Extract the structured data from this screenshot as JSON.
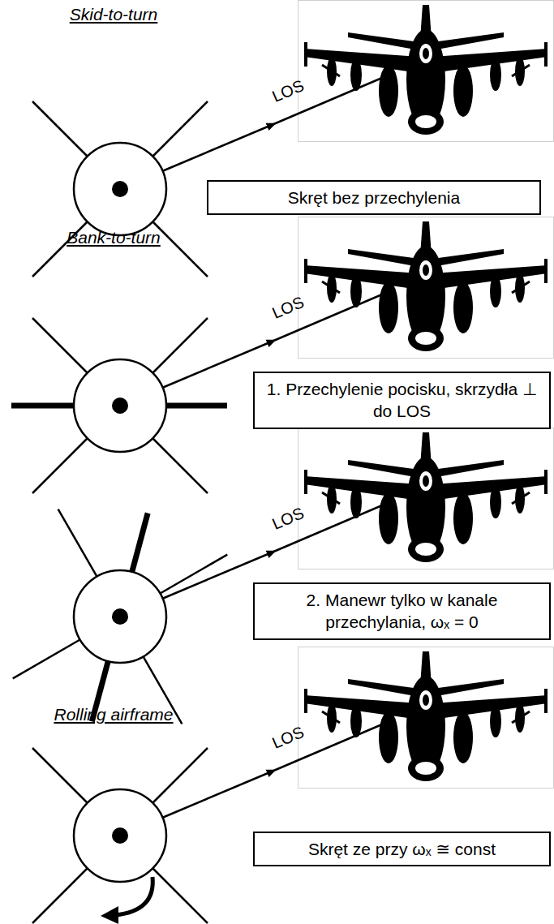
{
  "diagram": {
    "nodes": [
      {
        "text": [
          "Skręt bez przechylenia"
        ]
      },
      {
        "text": [
          "1. Przechylenie pocisku, skrzydła ⊥ do LOS"
        ]
      },
      {
        "text": [
          "2. Manewr tylko w kanale przechylania, ωₓ = 0"
        ]
      },
      {
        "text": [
          "Skręt ze przy ωₓ ≅ const"
        ]
      }
    ],
    "labels": [
      "Skid-to-turn",
      "LOS",
      "Bank-to-turn",
      "LOS",
      "LOS",
      "Rolling airframe",
      "LOS"
    ]
  }
}
